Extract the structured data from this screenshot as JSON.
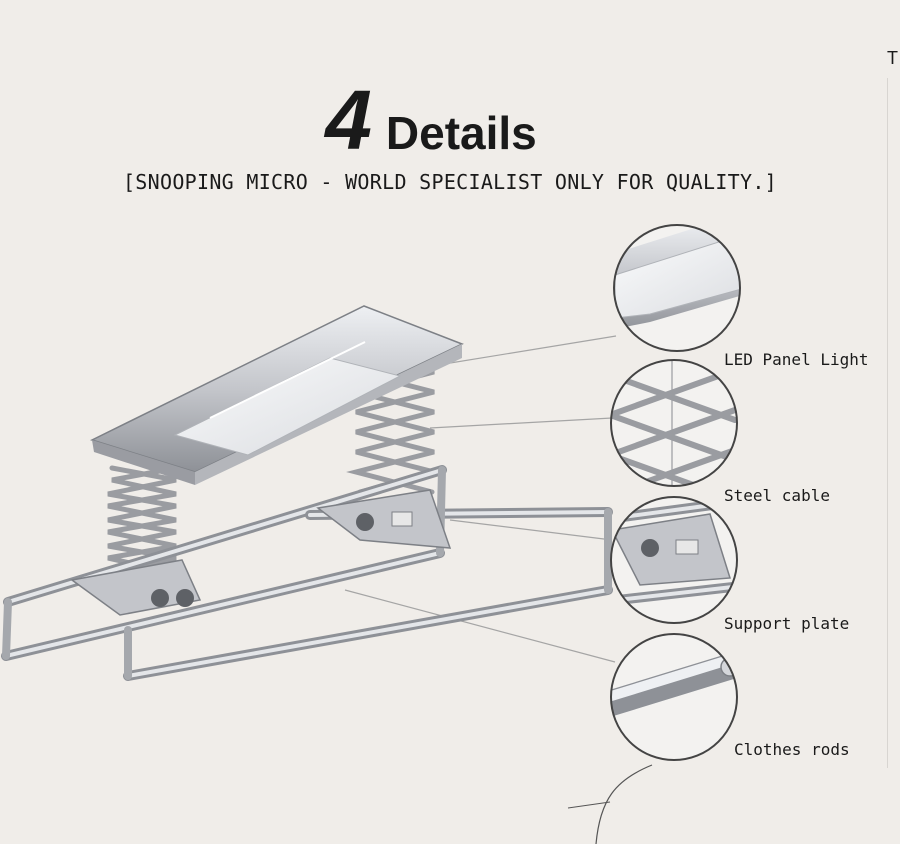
{
  "heading": {
    "number": "4",
    "word": "Details"
  },
  "subtitle": "[SNOOPING MICRO - WORLD SPECIALIST ONLY FOR QUALITY.]",
  "edge_mark": "T",
  "callouts": [
    {
      "label": "LED Panel Light"
    },
    {
      "label": "Steel cable"
    },
    {
      "label": "Support plate"
    },
    {
      "label": "Clothes rods"
    }
  ],
  "colors": {
    "background": "#f0ede9",
    "text": "#1a1a1a",
    "metal": "#c4c6cb",
    "metal_dark": "#8e9197",
    "leader_line": "#a5a5a5"
  }
}
